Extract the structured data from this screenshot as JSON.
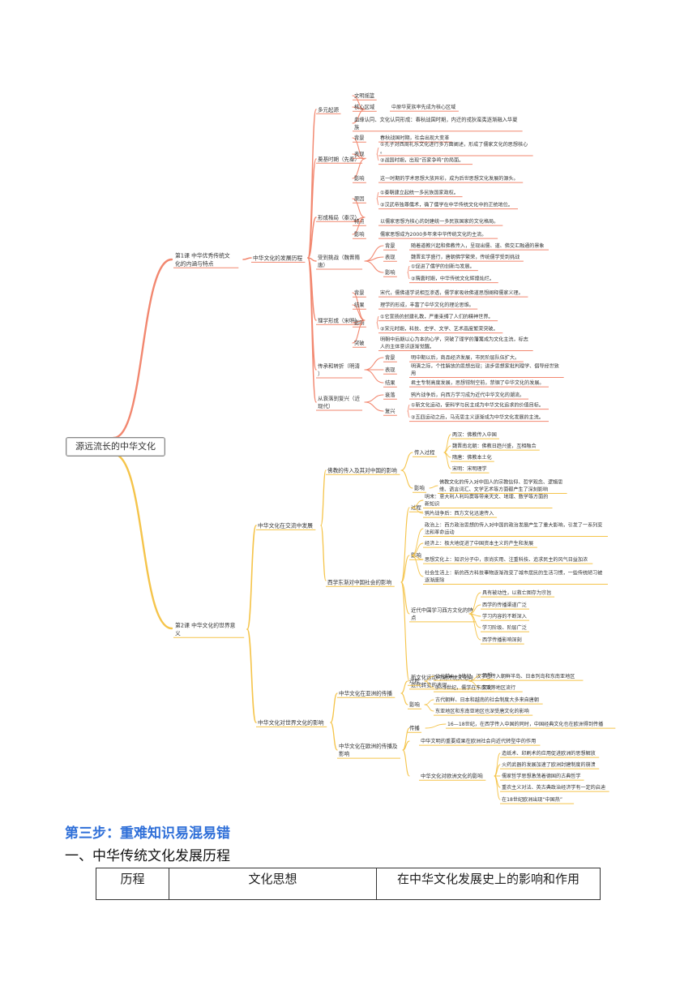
{
  "mindmap": {
    "root": "源远流长的中华文化",
    "lessons": [
      {
        "label": "第1课 中华优秀传统文化的内涵与特点",
        "children": [
          {
            "label": "中华文化的发展历程",
            "children": [
              {
                "label": "多元起源",
                "children": [
                  {
                    "label": "文明摇篮"
                  },
                  {
                    "label": "核心区域",
                    "children": [
                      {
                        "label": "中原华夏族率先成为核心区域"
                      }
                    ]
                  },
                  {
                    "label": "血缘认同、文化认同形成：春秋战国时期，内迁的戎狄蛮夷逐渐融入华夏族"
                  }
                ]
              },
              {
                "label": "奠基时期（先秦）",
                "children": [
                  {
                    "label": "背景",
                    "children": [
                      {
                        "label": "春秋战国时期，社会出现大变革"
                      }
                    ]
                  },
                  {
                    "label": "表现",
                    "children": [
                      {
                        "label": "①孔子对西周礼乐文化进行多方面阐述，形成了儒家文化的思想核心。"
                      },
                      {
                        "label": "②战国时期，出现“百家争鸣”的局面。"
                      }
                    ]
                  },
                  {
                    "label": "影响",
                    "children": [
                      {
                        "label": "这一时期的学术思想大放异彩，成为后世思想文化发展的源头。"
                      }
                    ]
                  }
                ]
              },
              {
                "label": "形成格局（秦汉）",
                "children": [
                  {
                    "label": "原因",
                    "children": [
                      {
                        "label": "①秦朝建立起统一多民族国家政权。"
                      },
                      {
                        "label": "②汉武帝独尊儒术，确了儒学在中华传统文化中的正统地位。"
                      }
                    ]
                  },
                  {
                    "label": "特点",
                    "children": [
                      {
                        "label": "以儒家思想为核心的封建统一多民族国家的文化格局。"
                      }
                    ]
                  },
                  {
                    "label": "影响",
                    "children": [
                      {
                        "label": "儒家思想成为2000多年来中华传统文化的主流。"
                      }
                    ]
                  }
                ]
              },
              {
                "label": "受到挑战（魏晋隋唐）",
                "children": [
                  {
                    "label": "背景",
                    "children": [
                      {
                        "label": "随着道教兴起和佛教传入，呈现出儒、道、佛交汇融通的景象"
                      }
                    ]
                  },
                  {
                    "label": "表现",
                    "children": [
                      {
                        "label": "魏晋玄学盛行，唐朝佛学繁荣，传统儒学受到挑战"
                      }
                    ]
                  },
                  {
                    "label": "影响",
                    "children": [
                      {
                        "label": "①促进了儒学的创新与发展。"
                      },
                      {
                        "label": "②隋唐时期，中华传统文化辉煌灿烂。"
                      }
                    ]
                  }
                ]
              },
              {
                "label": "理学形成（宋明）",
                "children": [
                  {
                    "label": "背景",
                    "children": [
                      {
                        "label": "宋代，儒佛道学说相互渗透，儒学家吸收佛道思想阐释儒家义理。"
                      }
                    ]
                  },
                  {
                    "label": "结果",
                    "children": [
                      {
                        "label": "理学的形成，丰富了中华文化的理论思维。"
                      }
                    ]
                  },
                  {
                    "label": "影响",
                    "children": [
                      {
                        "label": "①它宣扬的封建礼教，严重束缚了人们的精神世界。"
                      },
                      {
                        "label": "②宋元时期，科技、史学、文学、艺术高度繁荣突破。"
                      }
                    ]
                  },
                  {
                    "label": "突破",
                    "children": [
                      {
                        "label": "明朝中后期以心为本的心学，突破了理学的藩篱成为文化主流，标志人的主体意识逐渐觉醒。"
                      }
                    ]
                  }
                ]
              },
              {
                "label": "传承和转折（明清）",
                "children": [
                  {
                    "label": "背景",
                    "children": [
                      {
                        "label": "明中期以后，商品经济发展，市民阶层队伍扩大。"
                      }
                    ]
                  },
                  {
                    "label": "表现",
                    "children": [
                      {
                        "label": "明清之际，个性解放的思想出现；进步思想家批判理学、倡导经世致用"
                      }
                    ]
                  },
                  {
                    "label": "结果",
                    "children": [
                      {
                        "label": "君主专制高度发展，思想钳制空前，禁锢了中华文化的发展。"
                      }
                    ]
                  }
                ]
              },
              {
                "label": "从衰落到复兴（近现代）",
                "children": [
                  {
                    "label": "衰落",
                    "children": [
                      {
                        "label": "鸦片战争后，向西方学习成为近代中华文化的潮流。"
                      }
                    ]
                  },
                  {
                    "label": "复兴",
                    "children": [
                      {
                        "label": "①新文化运动，使科学与民主成为中华文化追求的价值目标。"
                      },
                      {
                        "label": "②五四运动之后，马克思主义逐渐成为中华文化发展的主流。"
                      }
                    ]
                  }
                ]
              }
            ]
          }
        ]
      },
      {
        "label": "第2课 中华文化的世界意义",
        "children": [
          {
            "label": "中华文化在交流中发展",
            "children": [
              {
                "label": "佛教的传入及其对中国的影响",
                "children": [
                  {
                    "label": "传入过程",
                    "children": [
                      {
                        "label": "两汉：佛教传入中国"
                      },
                      {
                        "label": "魏晋南北朝：佛教日趋兴盛，互相融合"
                      },
                      {
                        "label": "隋唐：佛教本土化"
                      },
                      {
                        "label": "宋明：宋明理学"
                      }
                    ]
                  },
                  {
                    "label": "影响",
                    "children": [
                      {
                        "label": "佛教文化的传入对中国人的宗教信仰、哲学观念、逻辑思维、语言词汇、文学艺术等方面都产生了深刻影响"
                      }
                    ]
                  }
                ]
              },
              {
                "label": "西学东渐对中国社会的影响",
                "children": [
                  {
                    "label": "过程",
                    "children": [
                      {
                        "label": "明末：意大利人利玛窦等带来天文、地理、数学等方面的新知识"
                      },
                      {
                        "label": "鸦片战争后：西方文化迅速传入"
                      }
                    ]
                  },
                  {
                    "label": "影响",
                    "children": [
                      {
                        "label": "政治上：西方政治思想的传入对中国的政治发展产生了重大影响，引发了一系列变法和革命运动"
                      },
                      {
                        "label": "经济上：极大地促进了中国资本主义的产生和发展"
                      },
                      {
                        "label": "思想文化上：知识分子中，崇尚实用、注重科技、追求民主的风气日益加浓"
                      },
                      {
                        "label": "社会生活上：新的西方科技事物逐渐改变了城市居民的生活习惯，一些传统陋习被逐渐废除"
                      }
                    ]
                  },
                  {
                    "label": "近代中国学习西方文化的特点",
                    "children": [
                      {
                        "label": "具有被动性，以救亡图存为宗旨"
                      },
                      {
                        "label": "西学的传播渠道广泛"
                      },
                      {
                        "label": "学习内容的不断深入"
                      },
                      {
                        "label": "学习阶级、阶层广泛"
                      },
                      {
                        "label": "西学传播影响深刻"
                      }
                    ]
                  },
                  {
                    "label": "新文化运动时期传统文化向近代转变的表现",
                    "children": [
                      {
                        "label": "思想"
                      },
                      {
                        "label": "文化"
                      }
                    ]
                  }
                ]
              }
            ]
          },
          {
            "label": "中华文化对世界文化的影响",
            "children": [
              {
                "label": "中华文化在亚洲的传播",
                "children": [
                  {
                    "label": "过程",
                    "children": [
                      {
                        "label": "公元前4—3世纪，汉字已传入朝鲜半岛、日本列岛和东南亚地区"
                      },
                      {
                        "label": "3—5世纪，儒学在东南亚等地区流行"
                      }
                    ]
                  },
                  {
                    "label": "影响",
                    "children": [
                      {
                        "label": "古代朝鲜、日本和越南的社会制度大多来自唐朝"
                      },
                      {
                        "label": "东亚地区和东南亚地区也深受唐文化的影响"
                      }
                    ]
                  }
                ]
              },
              {
                "label": "中华文化在欧洲的传播及影响",
                "children": [
                  {
                    "label": "传播",
                    "children": [
                      {
                        "label": "16—18世纪，在西学传入中国的同时，中国经典文化也在欧洲得到传播"
                      }
                    ]
                  },
                  {
                    "label": "中华文明的重要成果在欧洲社会向近代转型中的作用"
                  },
                  {
                    "label": "中华文化对欧洲文化的影响",
                    "children": [
                      {
                        "label": "造纸术、印刷术的应用促进欧洲的思想解放"
                      },
                      {
                        "label": "火药武器的发展加速了欧洲封建制度的崩溃"
                      },
                      {
                        "label": "儒家哲学思想激荡着德国的古典哲学"
                      },
                      {
                        "label": "重农主义对法、英古典政治经济学有一定的启迪"
                      },
                      {
                        "label": "在18世纪欧洲出现“中国热”"
                      }
                    ]
                  }
                ]
              }
            ]
          }
        ]
      }
    ]
  },
  "section": {
    "step_title": "第三步：重难知识易混易错",
    "heading": "一、中华传统文化发展历程"
  },
  "table": {
    "headers": [
      "历程",
      "文化思想",
      "在中华文化发展史上的影响和作用"
    ]
  },
  "colors": {
    "lesson1_branch": "#f2876f",
    "lesson2_branch": "#f5c44a",
    "step_title": "#2f6fd8"
  }
}
